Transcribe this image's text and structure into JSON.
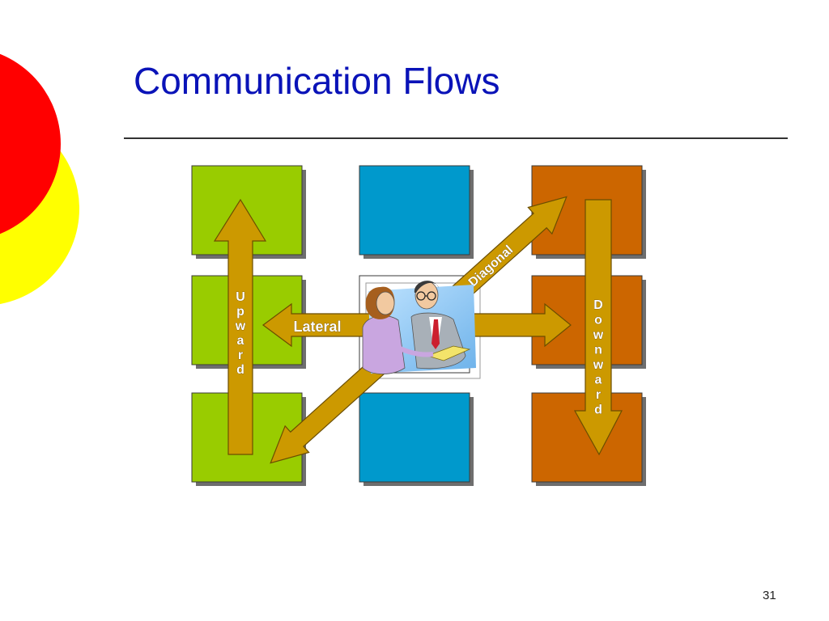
{
  "slide": {
    "title": "Communication Flows",
    "page_number": "31"
  },
  "colors": {
    "title": "#0A13B8",
    "green_box": "#99CC00",
    "blue_box": "#0099CC",
    "orange_box": "#CC6600",
    "arrow_fill": "#CC9900",
    "arrow_stroke": "#6B4E00",
    "deco_red": "#FF0000",
    "deco_yellow": "#FFFF00"
  },
  "diagram": {
    "grid": [
      [
        "green",
        "blue",
        "orange"
      ],
      [
        "green",
        "picture",
        "orange"
      ],
      [
        "green",
        "blue",
        "orange"
      ]
    ],
    "flows": {
      "upward": "Upward",
      "downward": "Downward",
      "lateral": "Lateral",
      "diagonal": "Diagonal"
    },
    "picture": "two-people-clipart"
  }
}
